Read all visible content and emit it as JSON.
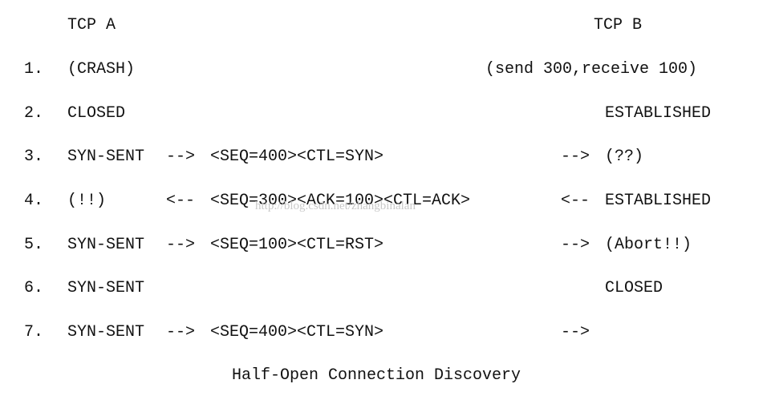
{
  "header": {
    "left": "TCP A",
    "right": "TCP B"
  },
  "rows": [
    {
      "num": "1.",
      "a": "(CRASH)",
      "arrow_left": "",
      "msg": "",
      "arrow_right": "",
      "b": "(send 300,receive 100)"
    },
    {
      "num": "2.",
      "a": "CLOSED",
      "arrow_left": "",
      "msg": "",
      "arrow_right": "",
      "b": "ESTABLISHED"
    },
    {
      "num": "3.",
      "a": "SYN-SENT",
      "arrow_left": "-->",
      "msg": "<SEQ=400><CTL=SYN>",
      "arrow_right": "-->",
      "b": "(??)"
    },
    {
      "num": "4.",
      "a": "(!!)",
      "arrow_left": "<--",
      "msg": "<SEQ=300><ACK=100><CTL=ACK>",
      "arrow_right": "<--",
      "b": "ESTABLISHED"
    },
    {
      "num": "5.",
      "a": "SYN-SENT",
      "arrow_left": "-->",
      "msg": "<SEQ=100><CTL=RST>",
      "arrow_right": "-->",
      "b": "(Abort!!)"
    },
    {
      "num": "6.",
      "a": "SYN-SENT",
      "arrow_left": "",
      "msg": "",
      "arrow_right": "",
      "b": "CLOSED"
    },
    {
      "num": "7.",
      "a": "SYN-SENT",
      "arrow_left": "-->",
      "msg": "<SEQ=400><CTL=SYN>",
      "arrow_right": "-->",
      "b": ""
    }
  ],
  "caption": "Half-Open Connection Discovery",
  "watermark": "http://blog.csdn.net/zhangbinalan"
}
